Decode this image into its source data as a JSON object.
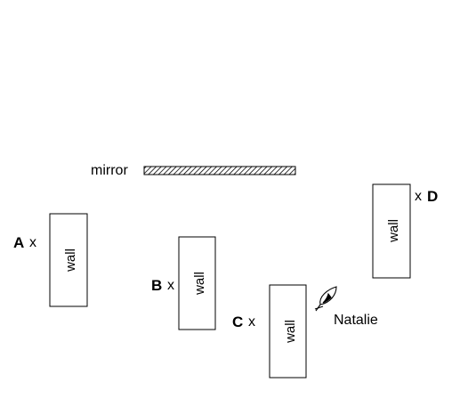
{
  "mirror": {
    "label": "mirror"
  },
  "walls": [
    {
      "id": "wall-a",
      "label": "wall"
    },
    {
      "id": "wall-b",
      "label": "wall"
    },
    {
      "id": "wall-c",
      "label": "wall"
    },
    {
      "id": "wall-d",
      "label": "wall"
    }
  ],
  "points": [
    {
      "id": "a",
      "letter": "A",
      "mark": "x"
    },
    {
      "id": "b",
      "letter": "B",
      "mark": "x"
    },
    {
      "id": "c",
      "letter": "C",
      "mark": "x"
    },
    {
      "id": "d",
      "letter": "D",
      "mark": "x"
    }
  ],
  "observer": {
    "name": "Natalie",
    "icon": "eye-icon"
  },
  "colors": {
    "line": "#000000",
    "background": "#ffffff"
  }
}
